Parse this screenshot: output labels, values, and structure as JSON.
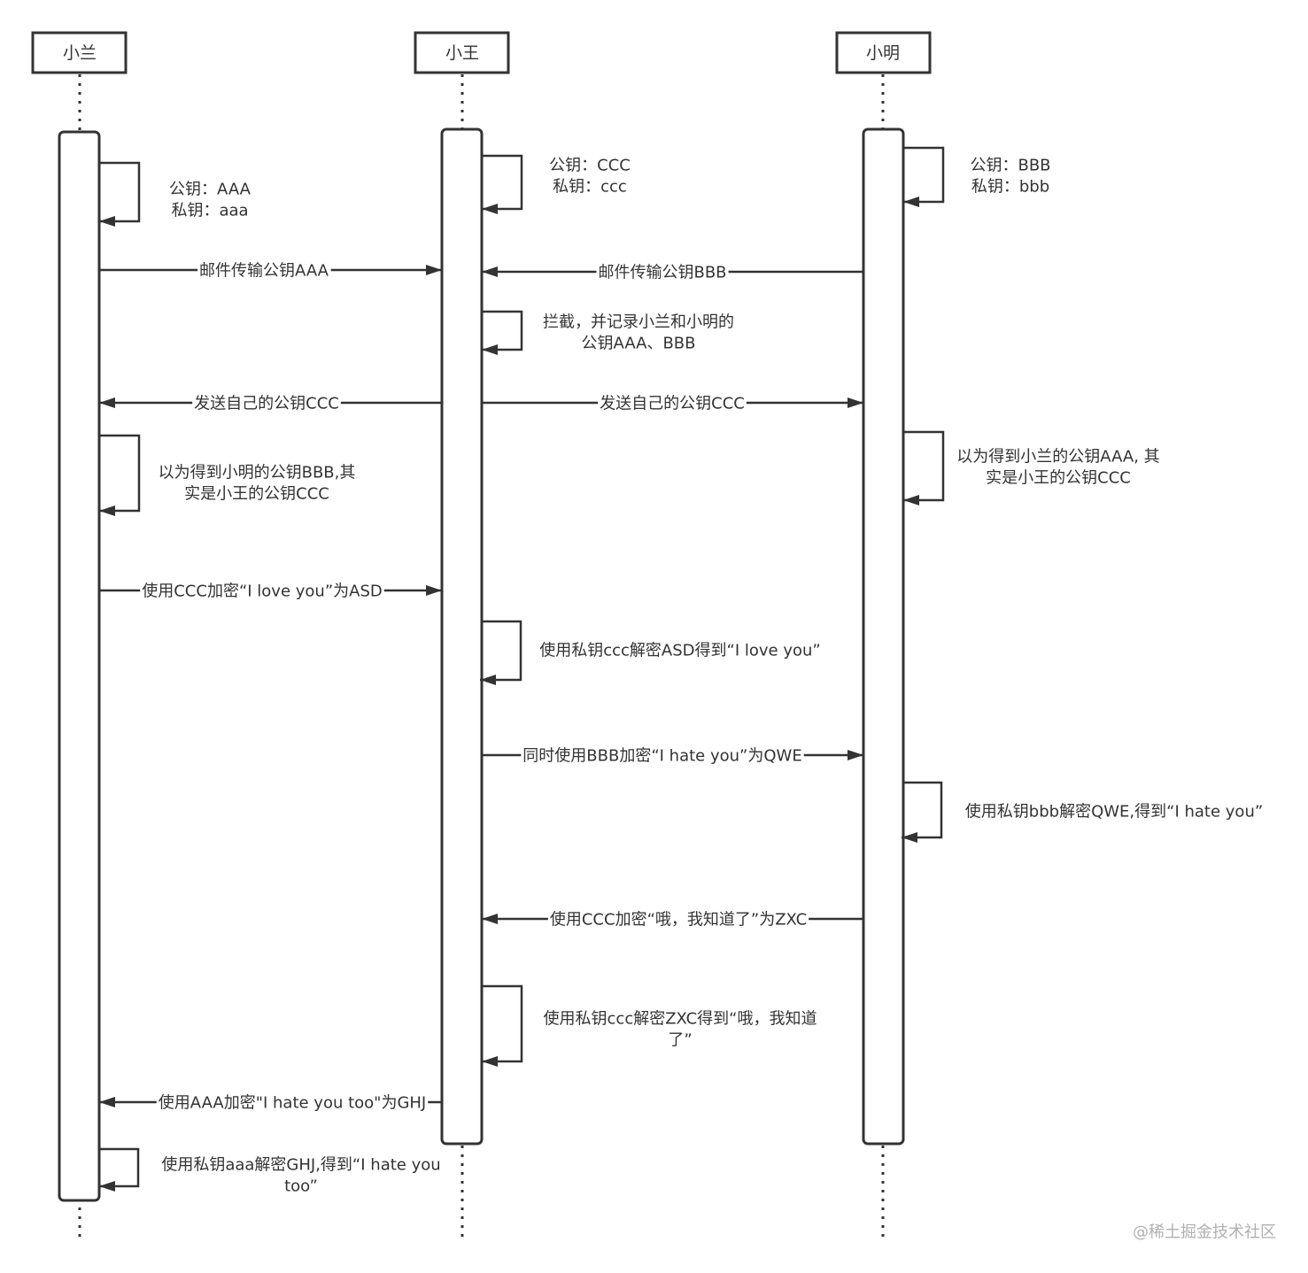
{
  "participants": [
    {
      "name": "小兰"
    },
    {
      "name": "小王"
    },
    {
      "name": "小明"
    }
  ],
  "steps": [
    {
      "lines": [
        "公钥：AAA",
        "私钥：aaa"
      ]
    },
    {
      "lines": [
        "公钥：CCC",
        "私钥：ccc"
      ]
    },
    {
      "lines": [
        "公钥：BBB",
        "私钥：bbb"
      ]
    },
    {
      "lines": [
        "邮件传输公钥AAA"
      ]
    },
    {
      "lines": [
        "邮件传输公钥BBB"
      ]
    },
    {
      "lines": [
        "拦截，并记录小兰和小明的",
        "公钥AAA、BBB"
      ]
    },
    {
      "lines": [
        "发送自己的公钥CCC"
      ]
    },
    {
      "lines": [
        "发送自己的公钥CCC"
      ]
    },
    {
      "lines": [
        "以为得到小明的公钥BBB,其",
        "实是小王的公钥CCC"
      ]
    },
    {
      "lines": [
        "以为得到小兰的公钥AAA, 其",
        "实是小王的公钥CCC"
      ]
    },
    {
      "lines": [
        "使用CCC加密“I love you”为ASD"
      ]
    },
    {
      "lines": [
        "使用私钥ccc解密ASD得到“I love you”"
      ]
    },
    {
      "lines": [
        "同时使用BBB加密“I hate you”为QWE"
      ]
    },
    {
      "lines": [
        "使用私钥bbb解密QWE,得到“I hate you”"
      ]
    },
    {
      "lines": [
        "使用CCC加密“哦，我知道了”为ZXC"
      ]
    },
    {
      "lines": [
        "使用私钥ccc解密ZXC得到“哦，我知道",
        "了”"
      ]
    },
    {
      "lines": [
        "使用AAA加密\"I hate you too\"为GHJ"
      ]
    },
    {
      "lines": [
        "使用私钥aaa解密GHJ,得到“I hate you",
        "too”"
      ]
    }
  ],
  "watermark": "@稀土掘金技术社区"
}
